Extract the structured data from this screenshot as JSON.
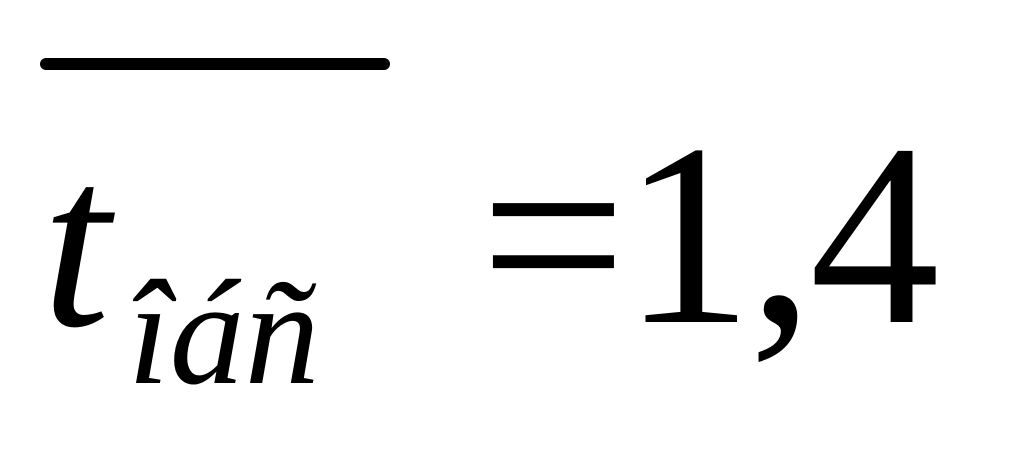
{
  "formula": {
    "variable": "t",
    "subscript": "îáñ",
    "equals": "=",
    "value": "1,4"
  }
}
